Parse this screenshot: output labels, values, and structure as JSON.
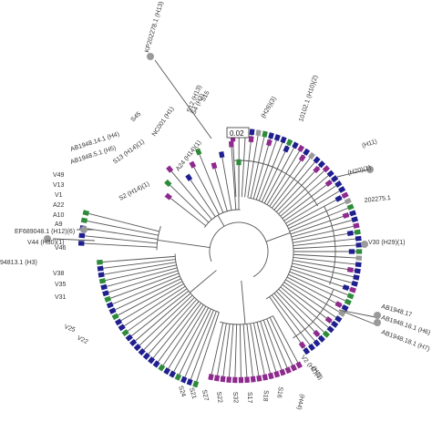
{
  "figure": {
    "scale_label": "0.02",
    "colors": {
      "branch": "#555555",
      "reference_marker": "#9a9a9a",
      "clade_blue": "#1f1f8f",
      "clade_green": "#2e8b3a",
      "clade_purple": "#8e2a8e",
      "clade_gray": "#9a9a9a"
    },
    "labels": {
      "ref_h13": "KP202278.1 (H13)",
      "s12": "S12 (H13)",
      "s4": "S4 (H3)",
      "s15": "S15",
      "s45": "S45",
      "nc001": "NC001 (H1)",
      "ab1948_h4": "AB1948.14.1 (H4)",
      "ab1948_h5": "AB1948.5.1 (H5)",
      "s13": "S13 (H14)(1)",
      "s2": "S2 (H14)(1)",
      "a24": "A24 (H14)(1)",
      "v49": "V49",
      "v13": "V13",
      "v1": "V1",
      "a22": "A22",
      "a10": "A10",
      "a9": "A9",
      "ef689048": "EF689048.1 (H12)(6)",
      "v44": "V44 (H30)(1)",
      "ref_h3": "94813.1 (H3)",
      "v46": "V46",
      "v38": "V38",
      "v35": "V35",
      "v31": "V31",
      "v25": "V25",
      "v22": "V22",
      "s24": "S24",
      "s21": "S21",
      "s27": "S27",
      "s22": "S22",
      "s32": "S32",
      "s17": "S17",
      "s18": "S18",
      "s16": "S16",
      "h44": "(H44)",
      "h265": "(H26)(3)",
      "top_h10": "10102.1 (H10)(2)",
      "ref_h11": "(H11)",
      "h20": "(H20)(1)",
      "ref_202275": "202275.1",
      "v30": "V30 (H29)(1)",
      "ab1948_17": "AB1948.17",
      "ab1948_h6": "AB1948.16.1 (H6)",
      "ab1948_h7": "AB1948.18.1 (H7)",
      "v2": "V2 (H2)(1)",
      "h1": "(H1)"
    }
  }
}
